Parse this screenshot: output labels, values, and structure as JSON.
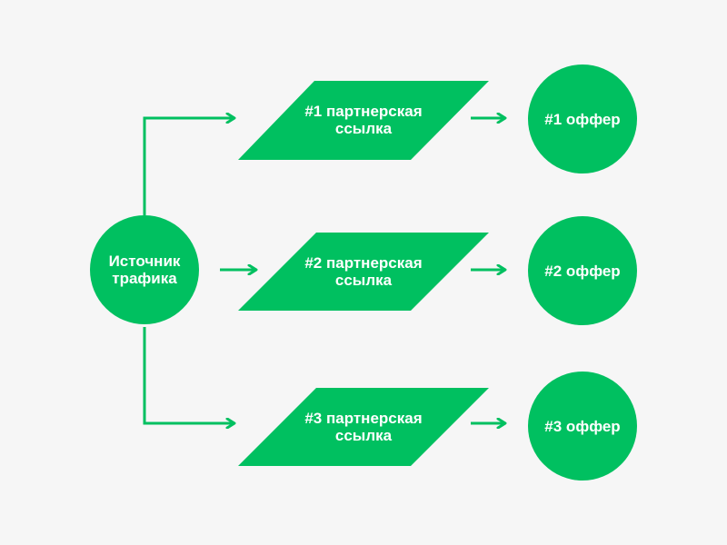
{
  "colors": {
    "shape_fill": "#00c060",
    "connector": "#00c060",
    "background": "#f6f6f6",
    "text": "#ffffff"
  },
  "source": {
    "line1": "Источник",
    "line2": "трафика"
  },
  "links": [
    {
      "line1": "#1 партнерская",
      "line2": "ссылка"
    },
    {
      "line1": "#2 партнерская",
      "line2": "ссылка"
    },
    {
      "line1": "#3 партнерская",
      "line2": "ссылка"
    }
  ],
  "offers": [
    {
      "label": "#1 оффер"
    },
    {
      "label": "#2 оффер"
    },
    {
      "label": "#3 оффер"
    }
  ]
}
